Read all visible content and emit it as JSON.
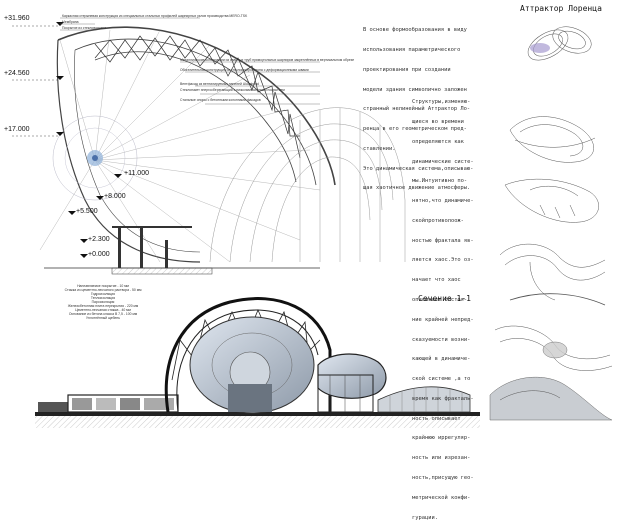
{
  "title": "Аттрактор Лоренца",
  "section_label": "Сечение 1-1",
  "paragraph1": [
    "В основе формообразования в виду",
    "использования параметрического",
    "проектирования при создании",
    "модели здания символично заложен",
    "странный нелинейный Аттрактор Ло-",
    "ренца в его геометрическом пред-",
    "ставлении.",
    "Это динамическая система,описываю-",
    "щая хаотичное движение атмосферы."
  ],
  "paragraph2": [
    "Структуры,изменяю-",
    "щиеся во времени",
    "определяются как",
    "динамические систе-",
    "мы.Интуитивно по-",
    "нятно,что динамиче-",
    "скойпротиволоож-",
    "ностью фрактала яв-",
    "ляется хаос.Это оз-",
    "начает что хаос",
    "описывает состоя-",
    "ние крайней непред-",
    "сказуемости возни-",
    "кающей в динамиче-",
    "ской системе ,а то",
    "время как фракталь-",
    "ность описывает",
    "крайнюю иррегуляр-",
    "ность или изрезан-",
    "ность,присущую гео-",
    "метрической конфи-",
    "гурации."
  ],
  "levels": [
    {
      "label": "+31.960",
      "name": "level-31960"
    },
    {
      "label": "+24.560",
      "name": "level-24560"
    },
    {
      "label": "+17.000",
      "name": "level-17000"
    },
    {
      "label": "+11.000",
      "name": "level-11000"
    },
    {
      "label": "+8.000",
      "name": "level-8000"
    },
    {
      "label": "+5.500",
      "name": "level-5500"
    },
    {
      "label": "+2.300",
      "name": "level-2300"
    },
    {
      "label": "+0.000",
      "name": "level-0000"
    }
  ],
  "annotations_top": [
    "Каркасная стержневая конструкция из специальных стальных профилей шарнирных узлов производства MERO-TSK",
    "Мембрана",
    "Покрытие из стекловолокна"
  ],
  "annotations_mid": [
    "Металлические конструкции из сварных труб прямоугольных шарниров закреплённых в вертикальном обрезе",
    "Обогатительная конструкция из стеклофибробетона с деформационными швами",
    "Вентфасад из вентилируемых панелей Alucobond",
    "Стеклопакет энергосберегающий с низкоэмиссионным покрытием",
    "Стальные опоры с бетонными колоннами фасадов"
  ],
  "annotations_bottom": [
    "Наплавляемое покрытие - 10 мм",
    "Стяжка из цементно-песчаного раствора - 50 мм",
    "Гидроизоляция",
    "Теплоизоляция",
    "Пароизоляция",
    "Железобетонная плита перекрытия - 220 мм",
    "Цементно-песчаная стяжка - 40 мм",
    "Основание из бетона класса В 7,5 - 100 мм",
    "Уплотнённый щебень"
  ],
  "colors": {
    "background": "#ffffff",
    "ink": "#222222",
    "structure": "#333333",
    "sky_blue": "#8fb0d8"
  }
}
